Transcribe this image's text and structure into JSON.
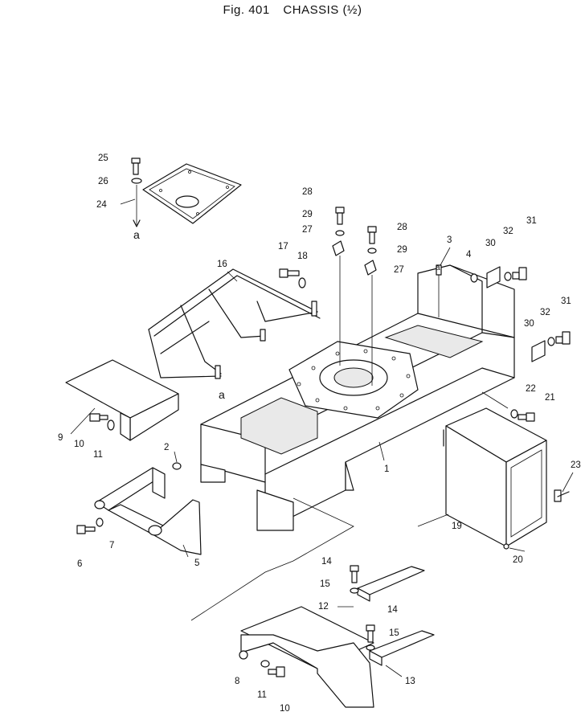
{
  "figure": {
    "fig_label": "Fig. 401",
    "title": "CHASSIS (½)"
  },
  "callouts": [
    {
      "id": "c1",
      "text": "1"
    },
    {
      "id": "c2",
      "text": "2"
    },
    {
      "id": "c3",
      "text": "3"
    },
    {
      "id": "c4",
      "text": "4"
    },
    {
      "id": "c5",
      "text": "5"
    },
    {
      "id": "c6",
      "text": "6"
    },
    {
      "id": "c7",
      "text": "7"
    },
    {
      "id": "c8",
      "text": "8"
    },
    {
      "id": "c9",
      "text": "9"
    },
    {
      "id": "c10a",
      "text": "10"
    },
    {
      "id": "c10b",
      "text": "10"
    },
    {
      "id": "c11a",
      "text": "11"
    },
    {
      "id": "c11b",
      "text": "11"
    },
    {
      "id": "c12",
      "text": "12"
    },
    {
      "id": "c13",
      "text": "13"
    },
    {
      "id": "c14a",
      "text": "14"
    },
    {
      "id": "c14b",
      "text": "14"
    },
    {
      "id": "c15a",
      "text": "15"
    },
    {
      "id": "c15b",
      "text": "15"
    },
    {
      "id": "c16",
      "text": "16"
    },
    {
      "id": "c17",
      "text": "17"
    },
    {
      "id": "c18",
      "text": "18"
    },
    {
      "id": "c19",
      "text": "19"
    },
    {
      "id": "c20",
      "text": "20"
    },
    {
      "id": "c21",
      "text": "21"
    },
    {
      "id": "c22",
      "text": "22"
    },
    {
      "id": "c23",
      "text": "23"
    },
    {
      "id": "c24",
      "text": "24"
    },
    {
      "id": "c25",
      "text": "25"
    },
    {
      "id": "c26",
      "text": "26"
    },
    {
      "id": "c27a",
      "text": "27"
    },
    {
      "id": "c27b",
      "text": "27"
    },
    {
      "id": "c28a",
      "text": "28"
    },
    {
      "id": "c28b",
      "text": "28"
    },
    {
      "id": "c29a",
      "text": "29"
    },
    {
      "id": "c29b",
      "text": "29"
    },
    {
      "id": "c30a",
      "text": "30"
    },
    {
      "id": "c30b",
      "text": "30"
    },
    {
      "id": "c31a",
      "text": "31"
    },
    {
      "id": "c31b",
      "text": "31"
    },
    {
      "id": "c32a",
      "text": "32"
    },
    {
      "id": "c32b",
      "text": "32"
    },
    {
      "id": "ref_a1",
      "text": "a"
    },
    {
      "id": "ref_a2",
      "text": "a"
    },
    {
      "id": "ref_a3",
      "text": "a"
    }
  ]
}
